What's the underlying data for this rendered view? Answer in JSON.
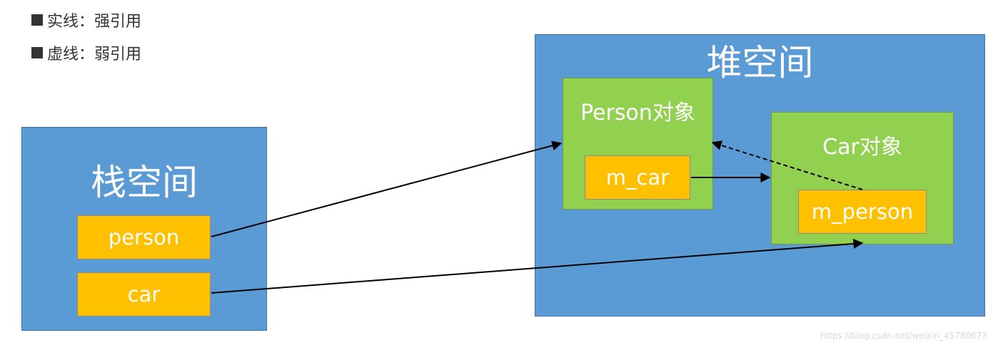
{
  "legend": {
    "solid": "实线：强引用",
    "dashed": "虚线：弱引用"
  },
  "stack": {
    "title": "栈空间",
    "fields": {
      "person": "person",
      "car": "car"
    }
  },
  "heap": {
    "title": "堆空间",
    "person_object": {
      "title": "Person对象",
      "field": "m_car"
    },
    "car_object": {
      "title": "Car对象",
      "field": "m_person"
    }
  },
  "references": [
    {
      "from": "person",
      "to": "Person对象",
      "style": "solid"
    },
    {
      "from": "car",
      "to": "Car对象",
      "style": "solid"
    },
    {
      "from": "m_car",
      "to": "Car对象",
      "style": "solid"
    },
    {
      "from": "m_person",
      "to": "Person对象",
      "style": "dashed"
    }
  ],
  "watermark": "https://blog.csdn.net/weixin_45780673",
  "colors": {
    "region": "#5b9bd5",
    "object": "#92d050",
    "field": "#ffc000",
    "arrow": "#000000"
  }
}
